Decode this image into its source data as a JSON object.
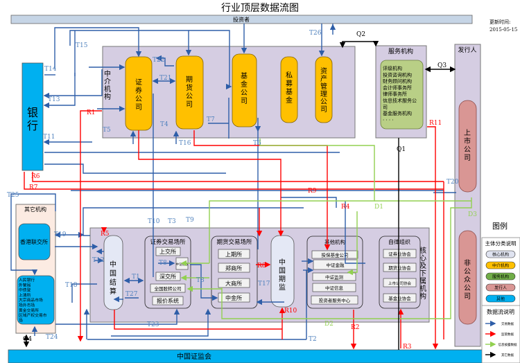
{
  "title": "行业顶层数据流图",
  "update": {
    "label": "更新时间:",
    "date": "2015-05-15"
  },
  "investor": "投资者",
  "regulator": "中国证监会",
  "bank": "银行",
  "intermediary": {
    "group_label": "中介机构",
    "members": [
      "证券公司",
      "期货公司",
      "基金公司",
      "私募基金",
      "资产管理公司"
    ]
  },
  "service": {
    "title": "服务机构",
    "items": [
      "评级机构",
      "投资咨询机构",
      "财务顾问机构",
      "会计师事务所",
      "律师事务所",
      "信息技术服务公",
      "司",
      "基金服务机构",
      "· · · ·"
    ]
  },
  "issuer": {
    "title": "发行人",
    "listed": "上市公司",
    "non_public": "非公众公司"
  },
  "other_orgs": {
    "title": "其它机构",
    "hkex": "香港联交所",
    "list": [
      "人民银行",
      "外管局",
      "中债登",
      "上清所",
      "大宗商品市场",
      "场外市场",
      "黄金交易所",
      "区域产权交易市",
      "场"
    ]
  },
  "core": {
    "group_label": "核心及下属机构",
    "csdc": "中国结算",
    "sec_exchange": {
      "title": "证券交易场所",
      "items": [
        "上交所",
        "中证指数",
        "深交所",
        "全国股转公司",
        "报价系统"
      ]
    },
    "fut_exchange": {
      "title": "期货交易场所",
      "items": [
        "上期所",
        "郑商所",
        "大商所",
        "中金所"
      ]
    },
    "cfmmc": "中国期监",
    "other": {
      "title": "其他机构",
      "items": [
        "投保基金公司",
        "中证金融",
        "中证监测",
        "中证信息",
        "投资者服务中心"
      ]
    },
    "self_reg": {
      "title": "自律组织",
      "items": [
        "证券业协会",
        "期货业协会",
        "上市公司协会",
        "基金业协会"
      ]
    }
  },
  "flow_labels": {
    "blue": [
      "T1",
      "T2",
      "T3",
      "T4",
      "T5",
      "T6",
      "T7",
      "T8",
      "T8",
      "T9",
      "T10",
      "T11",
      "T12",
      "T13",
      "T14",
      "T15",
      "T16",
      "T17",
      "T18",
      "T19",
      "T20",
      "T21",
      "T22",
      "T23",
      "T24",
      "T25",
      "T26",
      "T27"
    ],
    "red": [
      "R1",
      "R2",
      "R3",
      "R4",
      "R5",
      "R6",
      "R7",
      "R8",
      "R9",
      "R10",
      "R11"
    ],
    "green": [
      "D1",
      "D2",
      "D3"
    ],
    "black": [
      "Q1",
      "Q2",
      "Q3",
      "Q4"
    ]
  },
  "legend": {
    "title": "图例",
    "entity_title": "主体分类说明",
    "entities": [
      {
        "label": "核心机构",
        "color": "#dfe3f0"
      },
      {
        "label": "中介机构",
        "color": "#ffc000"
      },
      {
        "label": "服务机构",
        "color": "#70ad47"
      },
      {
        "label": "发行人",
        "color": "#d99694"
      },
      {
        "label": "其他",
        "color": "#00b0f0"
      }
    ],
    "flow_title": "数据流说明",
    "flows": [
      {
        "label": "交易数据",
        "color": "#2e5ea8"
      },
      {
        "label": "监管数据",
        "color": "#ff0000"
      },
      {
        "label": "信息披露数据",
        "color": "#92d050"
      },
      {
        "label": "其它数据",
        "color": "#000000"
      }
    ]
  },
  "colors": {
    "blue": "#2e5ea8",
    "red": "#ff0000",
    "green": "#92d050",
    "purple_bg": "#d9d2e6",
    "orange": "#ffc000",
    "cyan": "#00b0f0"
  }
}
